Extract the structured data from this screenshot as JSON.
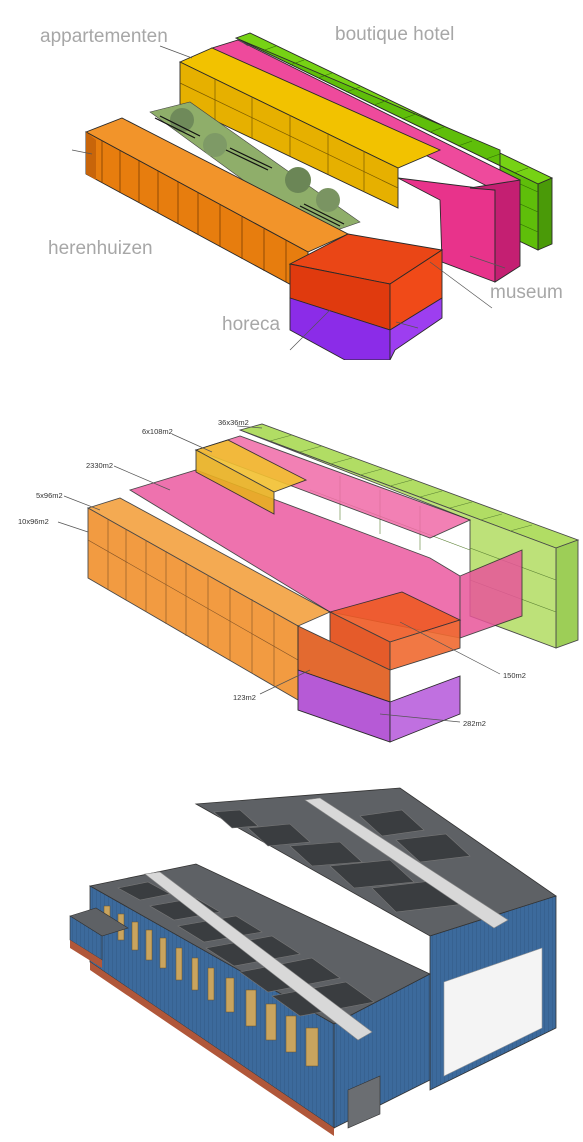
{
  "program": {
    "labels": {
      "apartments": "appartementen",
      "hotel": "boutique hotel",
      "townhouses": "herenhuizen",
      "museum": "museum",
      "horeca": "horeca"
    },
    "colors": {
      "apartments": "#e6b000",
      "hotel": "#5fbe0a",
      "townhouses": "#e77d0e",
      "museum": "#e8338b",
      "horeca_top": "#e03a0e",
      "horeca_base": "#8b2ce8"
    }
  },
  "areas": {
    "labels": {
      "a1": "36x36m2",
      "a2": "6x108m2",
      "a3": "2330m2",
      "a4": "5x96m2",
      "a5": "10x96m2",
      "a6": "150m2",
      "a7": "123m2",
      "a8": "282m2"
    }
  },
  "building": {
    "colors": {
      "roof": "#5e6165",
      "facade": "#3c6a9c",
      "window": "#c9a45e",
      "brick": "#b0573a",
      "door": "#f4f4f4"
    }
  }
}
